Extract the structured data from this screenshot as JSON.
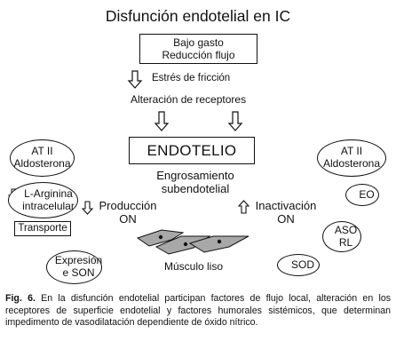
{
  "title": "Disfunción endotelial en IC",
  "top_box": {
    "line1": "Bajo gasto",
    "line2": "Reducción flujo"
  },
  "stress": "Estrés de fricción",
  "receptors": "Alteración de receptores",
  "endotelio": "ENDOTELIO",
  "engrosamiento": {
    "line1": "Engrosamiento",
    "line2": "subendotelial"
  },
  "left": {
    "at2": {
      "line1": "AT II",
      "line2": "Aldosterona"
    },
    "arginina": {
      "line1": "L-Arginina",
      "line2": "intracelular"
    },
    "transporte": "Transporte",
    "produccion": {
      "line1": "Producción",
      "line2": "ON"
    },
    "expresion": {
      "line1": "Expresión",
      "line2": "e SON"
    }
  },
  "right": {
    "at2": {
      "line1": "AT II",
      "line2": "Aldosterona"
    },
    "eo": "EO",
    "aso": {
      "line1": "ASO",
      "line2": "RL"
    },
    "inactivacion": {
      "line1": "Inactivación",
      "line2": "ON"
    },
    "sod": "SOD"
  },
  "musculo": "Músculo liso",
  "caption": {
    "label": "Fig. 6.",
    "text": " En la disfunción endotelial participan factores de flujo local, alteración en los receptores de superficie endotelial y factores humorales sistémicos, que determinan impedimento de vasodilatación dependiente de óxido nítrico."
  }
}
